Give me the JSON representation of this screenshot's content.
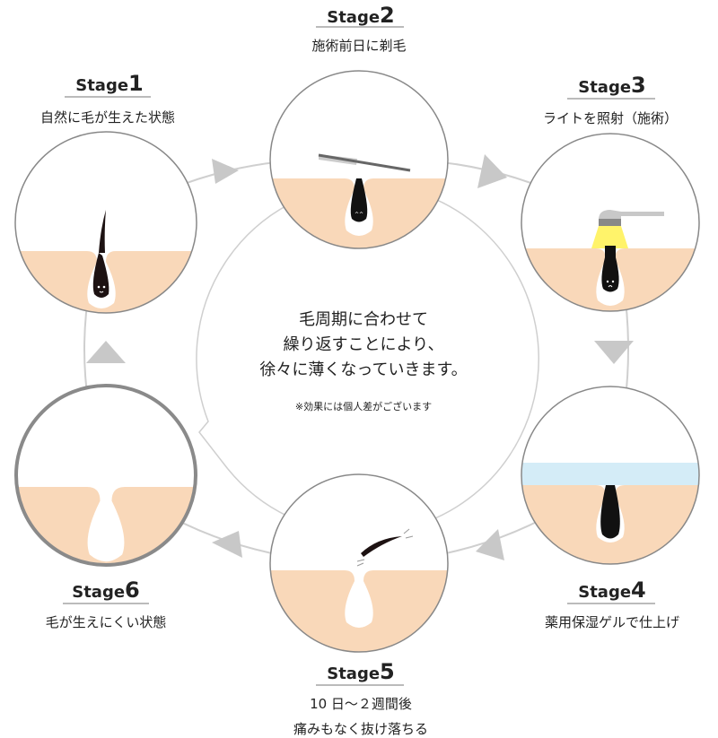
{
  "stages": [
    {
      "word": "Stage",
      "num": "1",
      "caption": "自然に毛が生えた状態"
    },
    {
      "word": "Stage",
      "num": "2",
      "caption": "施術前日に剃毛"
    },
    {
      "word": "Stage",
      "num": "3",
      "caption": "ライトを照射（施術）"
    },
    {
      "word": "Stage",
      "num": "4",
      "caption": "薬用保湿ゲルで仕上げ"
    },
    {
      "word": "Stage",
      "num": "5",
      "caption": "10 日〜２週間後",
      "caption2": "痛みもなく抜け落ちる"
    },
    {
      "word": "Stage",
      "num": "6",
      "caption": "毛が生えにくい状態"
    }
  ],
  "center": {
    "lines": [
      "毛周期に合わせて",
      "繰り返すことにより、",
      "徐々に薄くなっていきます。"
    ],
    "note": "※効果には個人差がございます"
  },
  "colors": {
    "skin": "#f9d8b9",
    "gel": "#d4ecf7",
    "light": "#fff36a",
    "arrow": "#c8c8c8",
    "ring": "#cfcfcf"
  }
}
